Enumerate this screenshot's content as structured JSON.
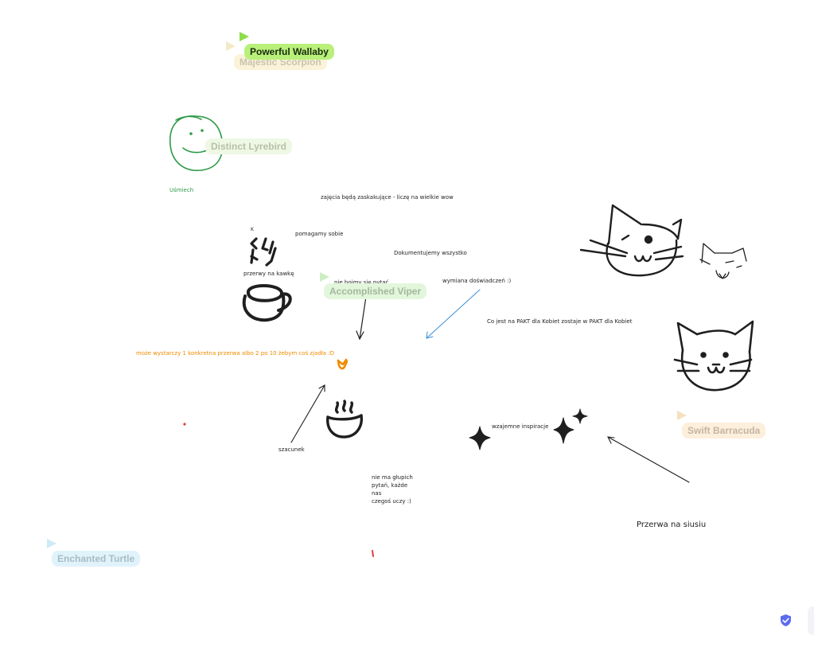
{
  "canvas": {
    "notes": {
      "usmiech": "Uśmiech",
      "zajecia": "zajęcia będą zaskakujące - liczę na wielkie wow",
      "k": "K",
      "pomagamy": "pomagamy sobie",
      "dokumentujemy": "Dokumentujemy wszystko",
      "przerwy": "przerwy na kawkę",
      "nie_boimy": "nie boimy się pytać",
      "wymiana": "wymiana doświadczeń :)",
      "pakt": "Co jest na PAKT dla Kobiet zostaje w PAKT dla Kobiet",
      "moze": "może wystarczy 1 konkretna przerwa albo 2 po 10 żebym coś zjadła :D",
      "wzajemne": "wzajemne inspiracje",
      "szacunek": "szacunek",
      "nie_ma_1": "nie ma głupich",
      "nie_ma_2": "pytań, każde",
      "nie_ma_3": "nas",
      "nie_ma_4": "czegoś uczy :)",
      "przerwa_siusiu": "Przerwa na siusiu"
    },
    "collaborators": [
      {
        "id": "wallaby",
        "name": "Powerful Wallaby",
        "color": "#b8f07a",
        "text_color": "#1a2a10",
        "cursor": "#8ddc4a"
      },
      {
        "id": "scorpion",
        "name": "Majestic Scorpion",
        "color": "#faf3d9",
        "text_color": "#c9c3b0",
        "cursor": "#f3eac8"
      },
      {
        "id": "lyrebird",
        "name": "Distinct Lyrebird",
        "color": "#eef8e4",
        "text_color": "#b5c2a9",
        "cursor": "#e1f0d3"
      },
      {
        "id": "viper",
        "name": "Accomplished Viper",
        "color": "#e2f6db",
        "text_color": "#a5b7a0",
        "cursor": "#cdeec2"
      },
      {
        "id": "barracuda",
        "name": "Swift Barracuda",
        "color": "#fcefdb",
        "text_color": "#c4b5a2",
        "cursor": "#f6e0c0"
      },
      {
        "id": "turtle",
        "name": "Enchanted Turtle",
        "color": "#e0f3fb",
        "text_color": "#a9bcc6",
        "cursor": "#cdeaf6"
      }
    ],
    "icons": {
      "status": "shield-check-icon"
    },
    "colors": {
      "ink": "#1f1f1f",
      "green": "#2e9a48",
      "orange": "#f08a00",
      "blue": "#3b8fd8",
      "red": "#e23a3a",
      "shield": "#5b6bf0"
    }
  }
}
